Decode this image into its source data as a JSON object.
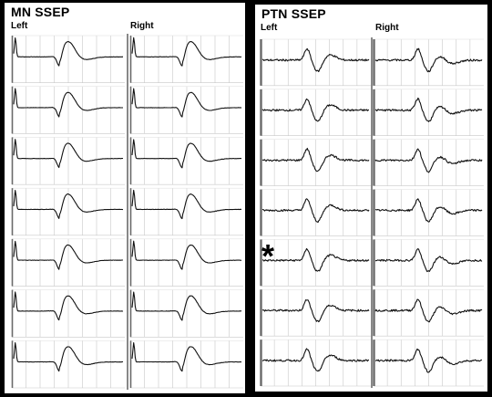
{
  "panels": {
    "mn": {
      "title": "MN SSEP",
      "left_label": "Left",
      "right_label": "Right"
    },
    "ptn": {
      "title": "PTN SSEP",
      "left_label": "Left",
      "right_label": "Right",
      "marker": "*"
    }
  },
  "chart_data": [
    {
      "type": "line",
      "title": "MN SSEP",
      "columns": [
        "Left",
        "Right"
      ],
      "rows": 7,
      "grid": true
    },
    {
      "type": "line",
      "title": "PTN SSEP",
      "columns": [
        "Left",
        "Right"
      ],
      "rows": 7,
      "grid": true,
      "annotation": "*"
    }
  ]
}
